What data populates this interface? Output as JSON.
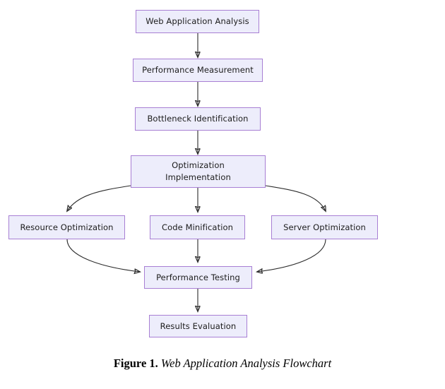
{
  "figure": {
    "caption_label": "Figure 1.",
    "caption_title": "Web Application Analysis Flowchart"
  },
  "theme": {
    "node_fill": "#ededfb",
    "node_border": "#a87fd4",
    "edge_color": "#2b2b2b",
    "background": "#ffffff",
    "text_color": "#1c1c1c"
  },
  "flowchart": {
    "type": "flowchart",
    "direction": "top-to-bottom",
    "nodes": [
      {
        "id": "web-application-analysis",
        "label": "Web Application Analysis"
      },
      {
        "id": "performance-measurement",
        "label": "Performance Measurement"
      },
      {
        "id": "bottleneck-identification",
        "label": "Bottleneck Identification"
      },
      {
        "id": "optimization-implementation",
        "label": "Optimization\nImplementation"
      },
      {
        "id": "resource-optimization",
        "label": "Resource Optimization"
      },
      {
        "id": "code-minification",
        "label": "Code Minification"
      },
      {
        "id": "server-optimization",
        "label": "Server Optimization"
      },
      {
        "id": "performance-testing",
        "label": "Performance Testing"
      },
      {
        "id": "results-evaluation",
        "label": "Results Evaluation"
      }
    ],
    "edges": [
      {
        "from": "web-application-analysis",
        "to": "performance-measurement",
        "style": "straight"
      },
      {
        "from": "performance-measurement",
        "to": "bottleneck-identification",
        "style": "straight"
      },
      {
        "from": "bottleneck-identification",
        "to": "optimization-implementation",
        "style": "straight"
      },
      {
        "from": "optimization-implementation",
        "to": "resource-optimization",
        "style": "curved"
      },
      {
        "from": "optimization-implementation",
        "to": "code-minification",
        "style": "straight"
      },
      {
        "from": "optimization-implementation",
        "to": "server-optimization",
        "style": "curved"
      },
      {
        "from": "resource-optimization",
        "to": "performance-testing",
        "style": "curved"
      },
      {
        "from": "code-minification",
        "to": "performance-testing",
        "style": "straight"
      },
      {
        "from": "server-optimization",
        "to": "performance-testing",
        "style": "curved"
      },
      {
        "from": "performance-testing",
        "to": "results-evaluation",
        "style": "straight"
      }
    ]
  }
}
